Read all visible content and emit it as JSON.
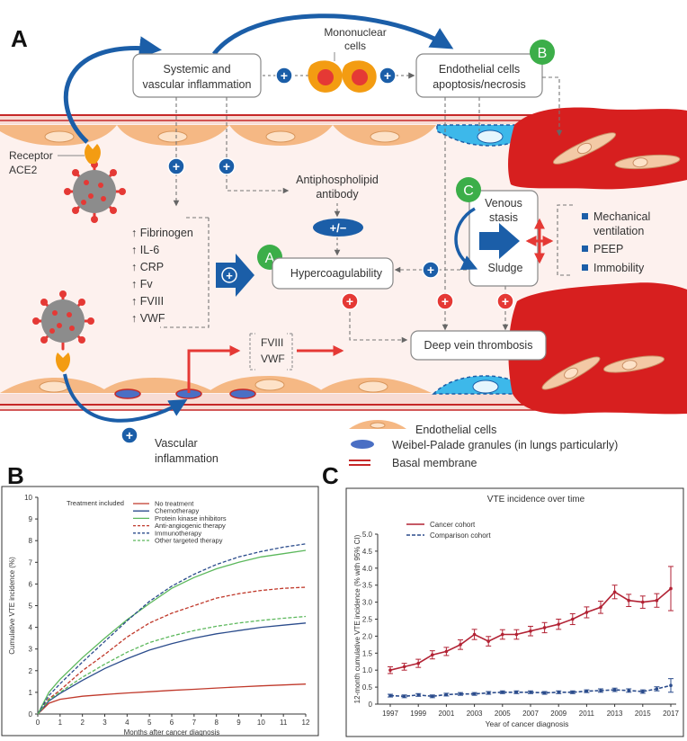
{
  "panel_a": {
    "letter": "A",
    "nodes": {
      "systemic_line1": "Systemic and",
      "systemic_line2": "vascular inflammation",
      "mononuclear_line1": "Mononuclear",
      "mononuclear_line2": "cells",
      "endothelial_line1": "Endothelial cells",
      "endothelial_line2": "apoptosis/necrosis",
      "badge_b": "B",
      "badge_a": "A",
      "badge_c": "C",
      "receptor_line1": "Receptor",
      "receptor_line2": "ACE2",
      "antiphospholipid_line1": "Antiphospholipid",
      "antiphospholipid_line2": "antibody",
      "plus_minus": "+/−",
      "hypercoagulability": "Hypercoagulability",
      "venous_line1": "Venous",
      "venous_line2": "stasis",
      "sludge": "Sludge",
      "dvt": "Deep vein thrombosis",
      "fviii": "FVIII",
      "vwf": "VWF",
      "vascular_line1": "Vascular",
      "vascular_line2": "inflammation"
    },
    "markers": [
      "↑ Fibrinogen",
      "↑ IL-6",
      "↑ CRP",
      "↑ Fv",
      "↑ FVIII",
      "↑ VWF"
    ],
    "causes": [
      "Mechanical",
      "ventilation",
      "PEEP",
      "Immobility"
    ],
    "legend": {
      "endothelial": "Endothelial cells",
      "weibel": "Weibel-Palade granules (in lungs particularly)",
      "basal": "Basal membrane"
    },
    "colors": {
      "blue": "#1b5ea8",
      "red": "#e53935",
      "vessel": "#c62828",
      "cell": "#f5b884",
      "green": "#3cae49",
      "cyan": "#3db8ea"
    }
  },
  "panel_b": {
    "letter": "B",
    "chart_data": {
      "type": "line",
      "xlabel": "Months after cancer diagnosis",
      "ylabel": "Cumulative VTE incidence (%)",
      "xlim": [
        0,
        12
      ],
      "ylim": [
        0,
        10
      ],
      "xticks": [
        0,
        1,
        2,
        3,
        4,
        5,
        6,
        7,
        8,
        9,
        10,
        11,
        12
      ],
      "yticks": [
        0,
        1,
        2,
        3,
        4,
        5,
        6,
        7,
        8,
        9,
        10
      ],
      "legend_title": "Treatment included",
      "legend_position": "top",
      "grid": false,
      "series": [
        {
          "name": "No treatment",
          "color": "#c0392b",
          "dash": "solid",
          "x": [
            0,
            0.5,
            1,
            2,
            3,
            4,
            5,
            6,
            7,
            8,
            9,
            10,
            11,
            12
          ],
          "y": [
            0,
            0.5,
            0.68,
            0.82,
            0.9,
            0.97,
            1.03,
            1.09,
            1.14,
            1.2,
            1.25,
            1.3,
            1.34,
            1.38
          ]
        },
        {
          "name": "Chemotherapy",
          "color": "#2b4c8c",
          "dash": "solid",
          "x": [
            0,
            0.5,
            1,
            2,
            3,
            4,
            5,
            6,
            7,
            8,
            9,
            10,
            11,
            12
          ],
          "y": [
            0,
            0.6,
            0.95,
            1.55,
            2.1,
            2.55,
            2.95,
            3.25,
            3.5,
            3.7,
            3.85,
            4.0,
            4.1,
            4.2
          ]
        },
        {
          "name": "Protein kinase inhibitors",
          "color": "#5cb85c",
          "dash": "solid",
          "x": [
            0,
            0.5,
            1,
            2,
            3,
            4,
            5,
            6,
            7,
            8,
            9,
            10,
            11,
            12
          ],
          "y": [
            0,
            1.0,
            1.6,
            2.6,
            3.5,
            4.35,
            5.1,
            5.8,
            6.3,
            6.7,
            7.0,
            7.25,
            7.4,
            7.55
          ]
        },
        {
          "name": "Anti-angiogenic therapy",
          "color": "#c0392b",
          "dash": "dashed",
          "x": [
            0,
            0.5,
            1,
            2,
            3,
            4,
            5,
            6,
            7,
            8,
            9,
            10,
            11,
            12
          ],
          "y": [
            0,
            0.7,
            1.1,
            2.0,
            2.75,
            3.55,
            4.2,
            4.65,
            5.0,
            5.35,
            5.55,
            5.7,
            5.8,
            5.85
          ]
        },
        {
          "name": "Immunotherapy",
          "color": "#2b4c8c",
          "dash": "dashed",
          "x": [
            0,
            0.5,
            1,
            2,
            3,
            4,
            5,
            6,
            7,
            8,
            9,
            10,
            11,
            12
          ],
          "y": [
            0,
            0.85,
            1.4,
            2.4,
            3.35,
            4.3,
            5.2,
            5.9,
            6.45,
            6.9,
            7.25,
            7.5,
            7.7,
            7.85
          ]
        },
        {
          "name": "Other targeted therapy",
          "color": "#5cb85c",
          "dash": "dashed",
          "x": [
            0,
            0.5,
            1,
            2,
            3,
            4,
            5,
            6,
            7,
            8,
            9,
            10,
            11,
            12
          ],
          "y": [
            0,
            0.65,
            1.0,
            1.7,
            2.3,
            2.85,
            3.3,
            3.6,
            3.85,
            4.05,
            4.2,
            4.32,
            4.42,
            4.5
          ]
        }
      ]
    }
  },
  "panel_c": {
    "letter": "C",
    "chart_data": {
      "type": "line",
      "title": "VTE incidence over time",
      "xlabel": "Year of cancer diagnosis",
      "ylabel": "12-month cumulative VTE incidence (% with 95% CI)",
      "xlim": [
        1997,
        2017
      ],
      "ylim": [
        0,
        5
      ],
      "xticks": [
        1997,
        1999,
        2001,
        2003,
        2005,
        2007,
        2009,
        2011,
        2013,
        2015,
        2017
      ],
      "yticks": [
        0,
        0.5,
        1.0,
        1.5,
        2.0,
        2.5,
        3.0,
        3.5,
        4.0,
        4.5,
        5.0
      ],
      "ytick_labels": [
        "0",
        "0.5",
        "1.0",
        "1.5",
        "2.0",
        "2.5",
        "3.0",
        "3.5",
        "4.0",
        "4.5",
        "5.0"
      ],
      "legend_position": "top-left",
      "grid": false,
      "series": [
        {
          "name": "Cancer cohort",
          "color": "#b22234",
          "dash": "solid",
          "x": [
            1997,
            1998,
            1999,
            2000,
            2001,
            2002,
            2003,
            2004,
            2005,
            2006,
            2007,
            2008,
            2009,
            2010,
            2011,
            2012,
            2013,
            2014,
            2015,
            2016,
            2017
          ],
          "y": [
            1.0,
            1.1,
            1.2,
            1.45,
            1.55,
            1.75,
            2.05,
            1.85,
            2.05,
            2.05,
            2.15,
            2.25,
            2.35,
            2.5,
            2.7,
            2.85,
            3.3,
            3.05,
            3.0,
            3.05,
            3.4
          ],
          "err": [
            0.1,
            0.1,
            0.12,
            0.12,
            0.12,
            0.14,
            0.15,
            0.14,
            0.14,
            0.14,
            0.14,
            0.15,
            0.15,
            0.16,
            0.16,
            0.18,
            0.2,
            0.18,
            0.18,
            0.2,
            0.65
          ]
        },
        {
          "name": "Comparison cohort",
          "color": "#2b4c8c",
          "dash": "dashed",
          "x": [
            1997,
            1998,
            1999,
            2000,
            2001,
            2002,
            2003,
            2004,
            2005,
            2006,
            2007,
            2008,
            2009,
            2010,
            2011,
            2012,
            2013,
            2014,
            2015,
            2016,
            2017
          ],
          "y": [
            0.25,
            0.23,
            0.27,
            0.23,
            0.28,
            0.3,
            0.3,
            0.33,
            0.35,
            0.35,
            0.35,
            0.33,
            0.35,
            0.35,
            0.38,
            0.4,
            0.42,
            0.4,
            0.37,
            0.45,
            0.55
          ],
          "err": [
            0.04,
            0.04,
            0.04,
            0.04,
            0.04,
            0.04,
            0.04,
            0.04,
            0.04,
            0.04,
            0.04,
            0.04,
            0.04,
            0.04,
            0.04,
            0.05,
            0.05,
            0.05,
            0.05,
            0.06,
            0.2
          ]
        }
      ]
    }
  }
}
